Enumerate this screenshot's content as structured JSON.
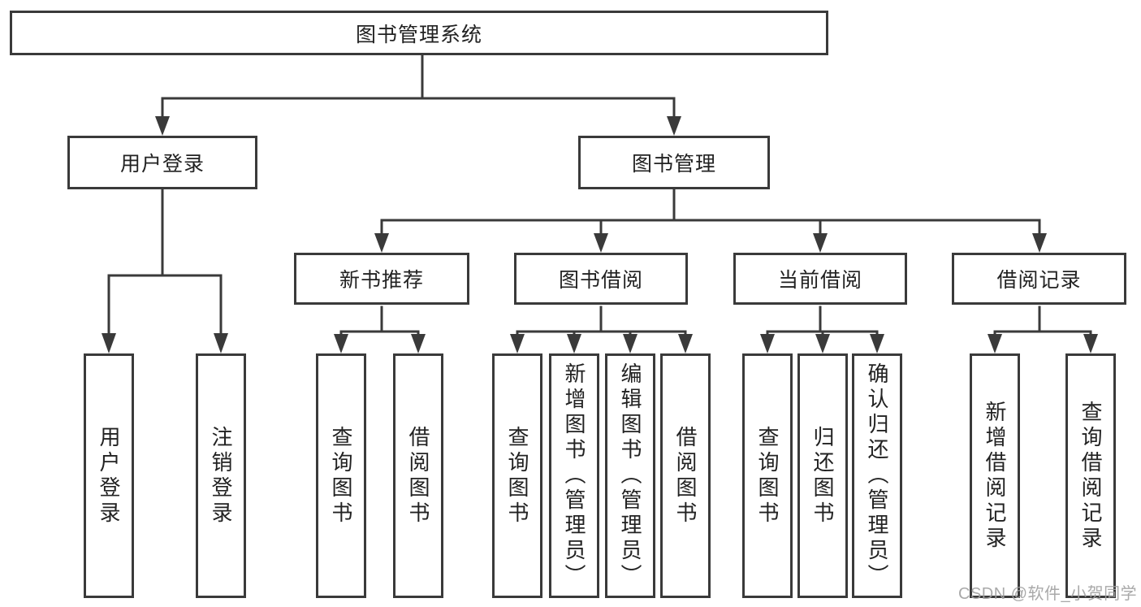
{
  "nodes": {
    "root": "图书管理系统",
    "level2": [
      "用户登录",
      "图书管理"
    ],
    "level3": [
      "新书推荐",
      "图书借阅",
      "当前借阅",
      "借阅记录"
    ],
    "leaves": {
      "user_login": [
        "用户登录",
        "注销登录"
      ],
      "new_book_recommend": [
        "查询图书",
        "借阅图书"
      ],
      "book_borrow": [
        "查询图书",
        "新增图书（管理员）",
        "编辑图书（管理员）",
        "借阅图书"
      ],
      "current_borrow": [
        "查询图书",
        "归还图书",
        "确认归还（管理员）"
      ],
      "borrow_record": [
        "新增借阅记录",
        "查询借阅记录"
      ]
    }
  },
  "watermark": {
    "text": "CSDN @软件_小贺同学"
  },
  "colors": {
    "line": "#3a3a3a",
    "box_border": "#3a3a3a",
    "text": "#222222",
    "background": "#ffffff",
    "watermark": "#a0a0a0"
  }
}
